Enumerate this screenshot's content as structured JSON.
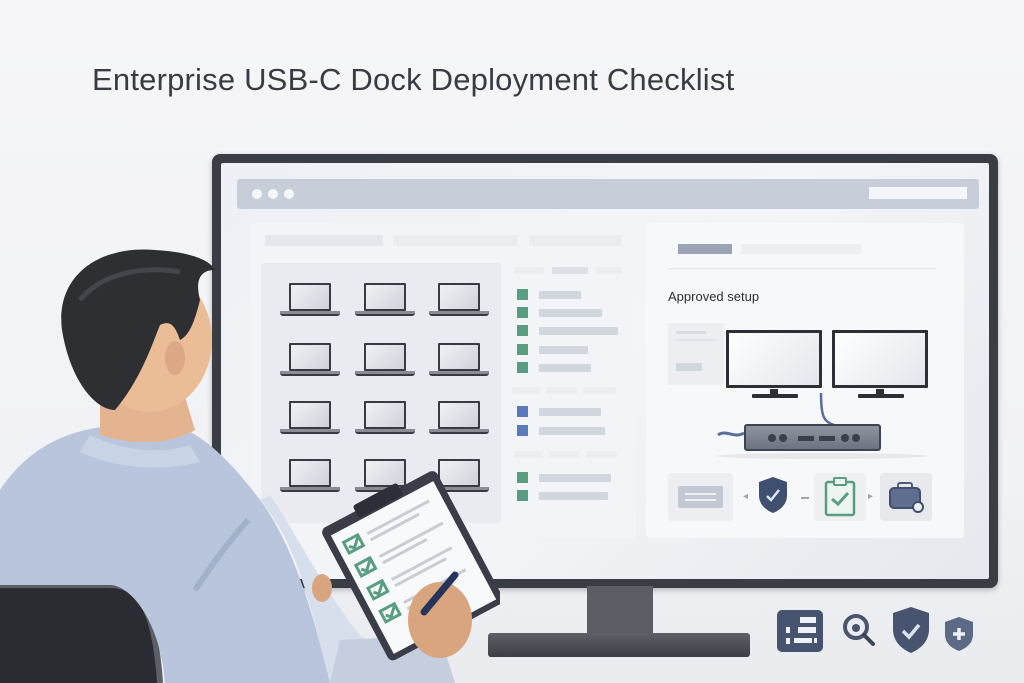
{
  "heading": {
    "title": "Enterprise USB-C Dock Deployment Checklist"
  },
  "monitor_screen": {
    "browser": {
      "window_controls": [
        "dot",
        "dot",
        "dot"
      ],
      "address_bar": ""
    },
    "left_panel": {
      "device_grid": {
        "rows": 4,
        "columns": 3,
        "icon": "laptop-icon"
      },
      "checklist_groups": [
        {
          "status_color": "#5a9e82",
          "items": 5
        },
        {
          "status_color": "#5b79bd",
          "items": 2
        },
        {
          "status_color": "#5a9e82",
          "items": 2
        }
      ]
    },
    "right_panel": {
      "section_title": "Approved setup",
      "diagram": {
        "displays": 2,
        "dock": "usb-c-dock",
        "flow": [
          "document-icon",
          "shield-check-icon",
          "clipboard-check-icon",
          "briefcase-icon"
        ]
      }
    }
  },
  "clipboard": {
    "checked_items": 4,
    "pending_items": 1
  },
  "bottom_icons": [
    "checklist-icon",
    "search-icon",
    "shield-check-icon",
    "shield-plus-icon"
  ],
  "colors": {
    "accent_green": "#5a9e82",
    "accent_blue": "#5b79bd",
    "icon_navy": "#3f4f70",
    "monitor_bezel": "#3a3d44"
  }
}
